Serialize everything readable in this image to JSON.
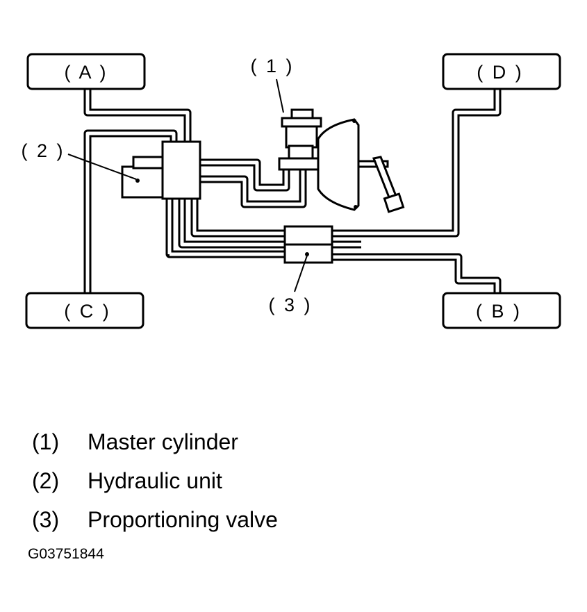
{
  "wheels": {
    "A": "( A )",
    "B": "( B )",
    "C": "( C )",
    "D": "( D )"
  },
  "callouts": {
    "c1": "( 1 )",
    "c2": "( 2 )",
    "c3": "( 3 )"
  },
  "legend": [
    {
      "num": "(1)",
      "text": "Master cylinder"
    },
    {
      "num": "(2)",
      "text": "Hydraulic unit"
    },
    {
      "num": "(3)",
      "text": "Proportioning valve"
    }
  ],
  "figure_id": "G03751844"
}
